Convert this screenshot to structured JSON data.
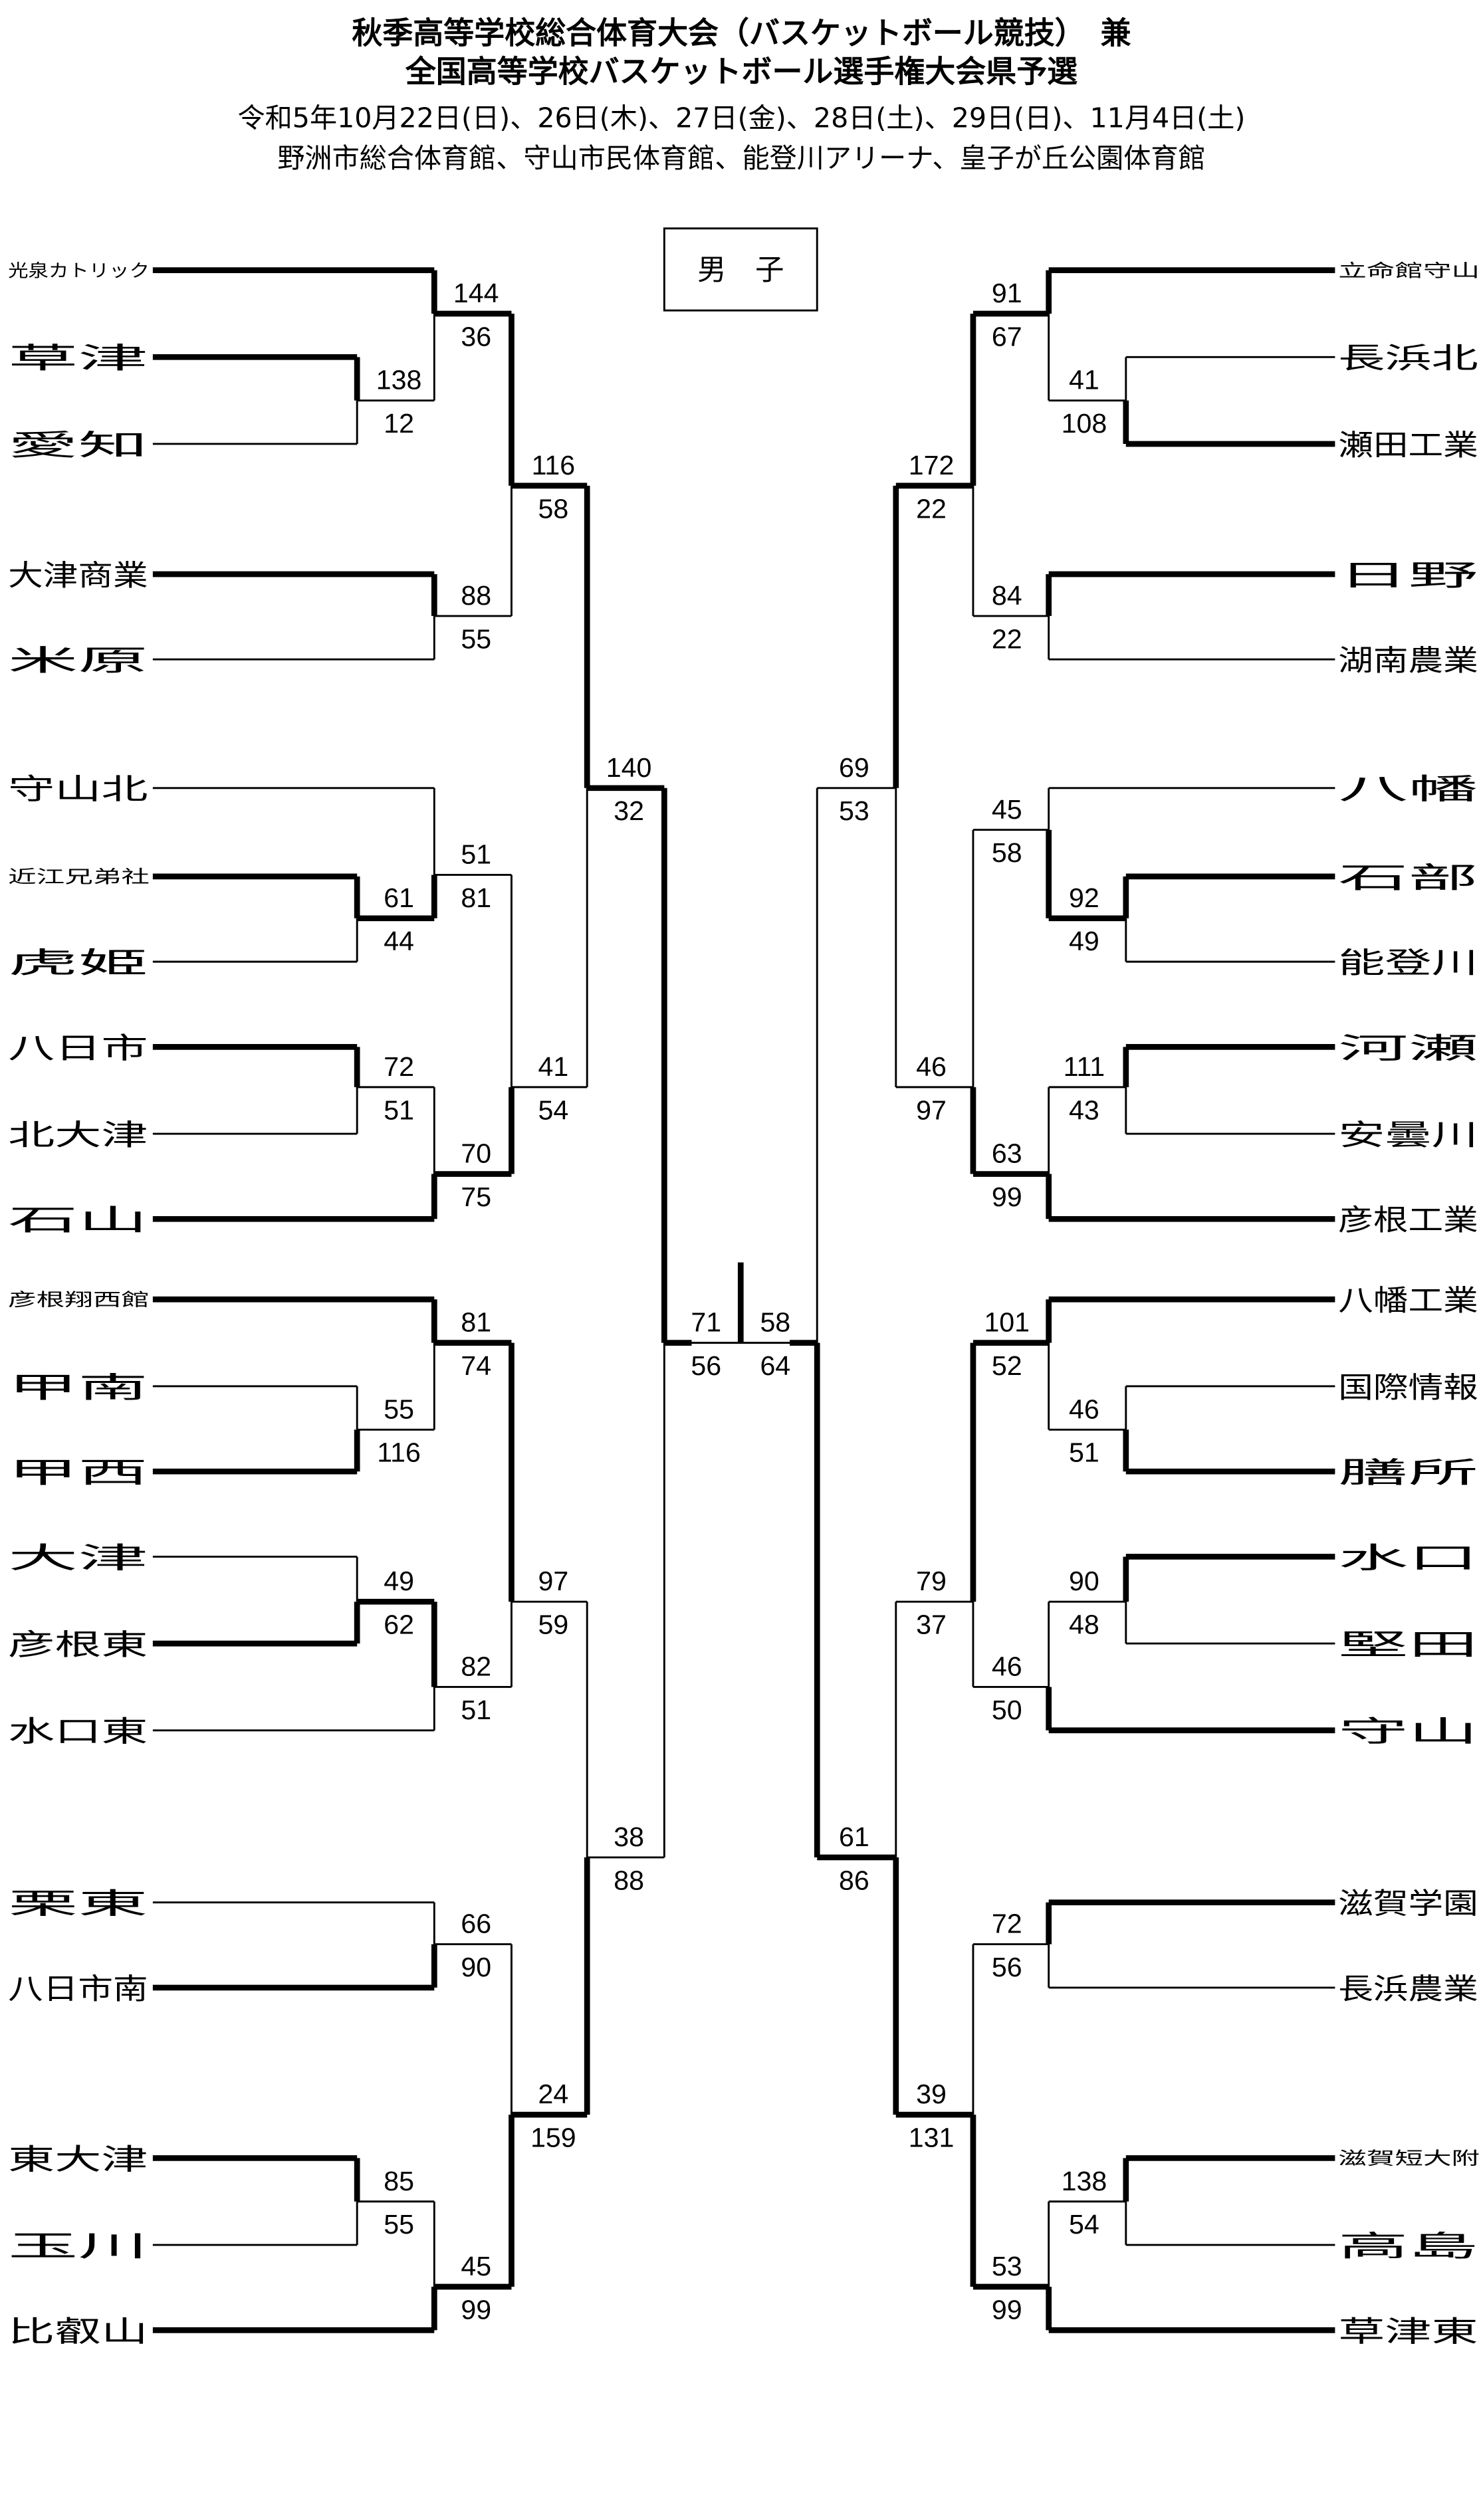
{
  "header": {
    "title_line1": "秋季高等学校総合体育大会（バスケットボール競技）　兼",
    "title_line2": "全国高等学校バスケットボール選手権大会県予選",
    "dates": "令和5年10月22日(日)、26日(木)、27日(金)、28日(土)、29日(日)、11月4日(土)",
    "venues": "野洲市総合体育館、守山市民体育館、能登川アリーナ、皇子が丘公園体育館"
  },
  "division_label": "男　子",
  "left": {
    "teams": [
      "光泉カトリック",
      "草津",
      "愛知",
      "大津商業",
      "米原",
      "守山北",
      "近江兄弟社",
      "虎姫",
      "八日市",
      "北大津",
      "石山",
      "彦根翔西館",
      "甲南",
      "甲西",
      "大津",
      "彦根東",
      "水口東",
      "栗東",
      "八日市南",
      "東大津",
      "玉川",
      "比叡山"
    ],
    "matches": [
      {
        "scores": [
          "138",
          "12"
        ]
      },
      {
        "scores": [
          "144",
          "36"
        ]
      },
      {
        "scores": [
          "88",
          "55"
        ]
      },
      {
        "scores": [
          "116",
          "58"
        ]
      },
      {
        "scores": [
          "61",
          "44"
        ]
      },
      {
        "scores": [
          "51",
          "81"
        ]
      },
      {
        "scores": [
          "72",
          "51"
        ]
      },
      {
        "scores": [
          "70",
          "75"
        ]
      },
      {
        "scores": [
          "41",
          "54"
        ]
      },
      {
        "scores": [
          "140",
          "32"
        ]
      },
      {
        "scores": [
          "55",
          "116"
        ]
      },
      {
        "scores": [
          "81",
          "74"
        ]
      },
      {
        "scores": [
          "49",
          "62"
        ]
      },
      {
        "scores": [
          "82",
          "51"
        ]
      },
      {
        "scores": [
          "97",
          "59"
        ]
      },
      {
        "scores": [
          "66",
          "90"
        ]
      },
      {
        "scores": [
          "85",
          "55"
        ]
      },
      {
        "scores": [
          "45",
          "99"
        ]
      },
      {
        "scores": [
          "24",
          "159"
        ]
      },
      {
        "scores": [
          "38",
          "88"
        ]
      },
      {
        "scores": [
          "71",
          "56"
        ]
      }
    ]
  },
  "right": {
    "teams": [
      "立命館守山",
      "長浜北",
      "瀬田工業",
      "日野",
      "湖南農業",
      "八幡",
      "石部",
      "能登川",
      "河瀬",
      "安曇川",
      "彦根工業",
      "八幡工業",
      "国際情報",
      "膳所",
      "水口",
      "堅田",
      "守山",
      "滋賀学園",
      "長浜農業",
      "滋賀短大附",
      "高島",
      "草津東"
    ],
    "matches": [
      {
        "scores": [
          "41",
          "108"
        ]
      },
      {
        "scores": [
          "91",
          "67"
        ]
      },
      {
        "scores": [
          "84",
          "22"
        ]
      },
      {
        "scores": [
          "172",
          "22"
        ]
      },
      {
        "scores": [
          "92",
          "49"
        ]
      },
      {
        "scores": [
          "45",
          "58"
        ]
      },
      {
        "scores": [
          "111",
          "43"
        ]
      },
      {
        "scores": [
          "63",
          "99"
        ]
      },
      {
        "scores": [
          "46",
          "97"
        ]
      },
      {
        "scores": [
          "69",
          "53"
        ]
      },
      {
        "scores": [
          "46",
          "51"
        ]
      },
      {
        "scores": [
          "101",
          "52"
        ]
      },
      {
        "scores": [
          "90",
          "48"
        ]
      },
      {
        "scores": [
          "46",
          "50"
        ]
      },
      {
        "scores": [
          "79",
          "37"
        ]
      },
      {
        "scores": [
          "72",
          "56"
        ]
      },
      {
        "scores": [
          "138",
          "54"
        ]
      },
      {
        "scores": [
          "53",
          "99"
        ]
      },
      {
        "scores": [
          "39",
          "131"
        ]
      },
      {
        "scores": [
          "61",
          "86"
        ]
      },
      {
        "scores": [
          "58",
          "64"
        ]
      }
    ]
  }
}
